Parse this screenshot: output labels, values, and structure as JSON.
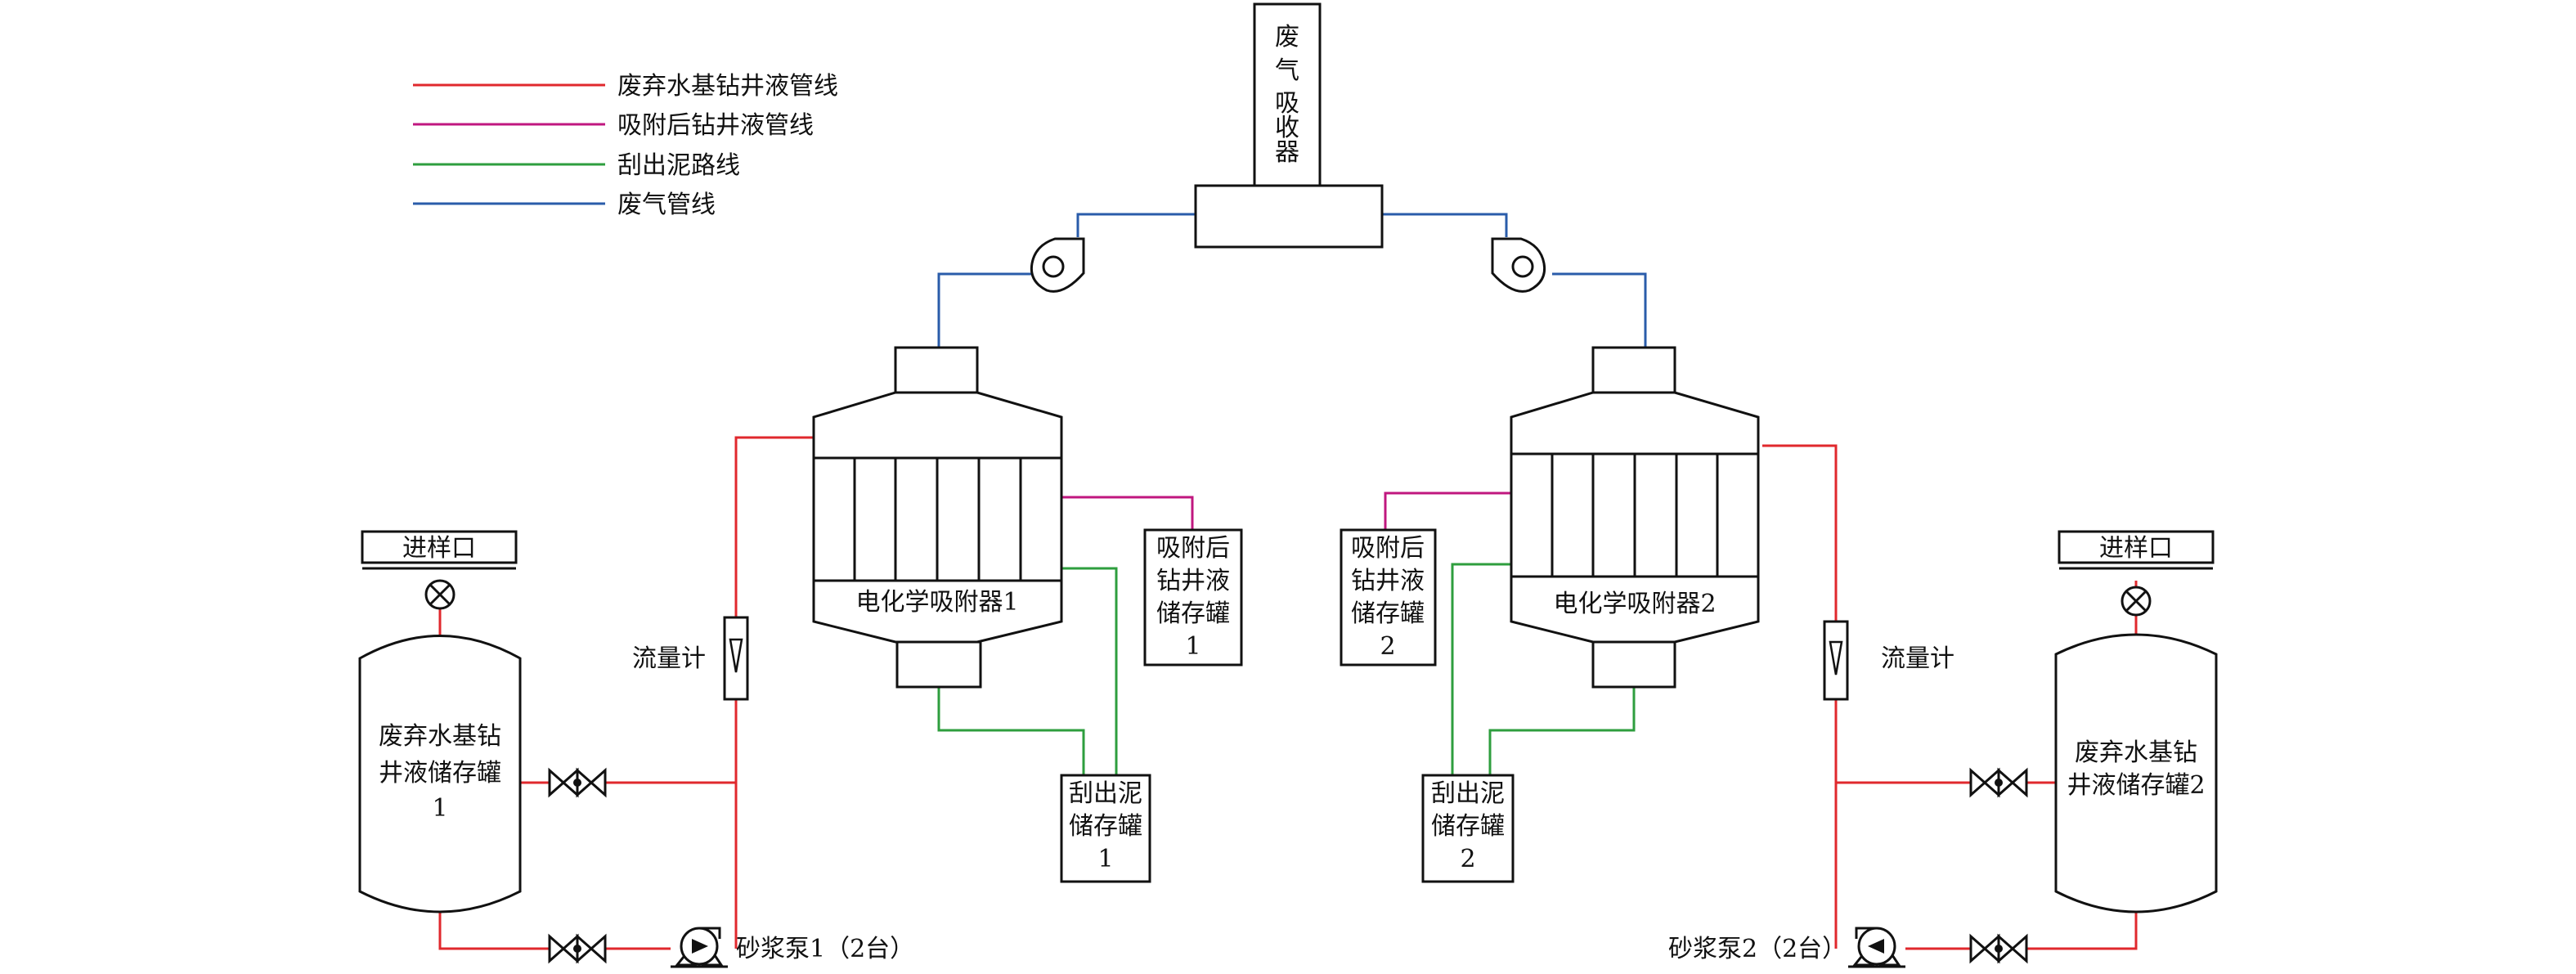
{
  "legend": {
    "items": [
      {
        "label": "废弃水基钻井液管线",
        "color": "#e0282d"
      },
      {
        "label": "吸附后钻井液管线",
        "color": "#c0177f"
      },
      {
        "label": "刮出泥路线",
        "color": "#2e9e3e"
      },
      {
        "label": "废气管线",
        "color": "#2a5caa"
      }
    ]
  },
  "exhaust_absorber": {
    "lines": [
      "废",
      "气",
      "吸",
      "收",
      "器"
    ]
  },
  "sample_inlet_1": "进样口",
  "sample_inlet_2": "进样口",
  "storage_tank_1": {
    "lines": [
      "废弃水基钻",
      "井液储存罐",
      "1"
    ]
  },
  "storage_tank_2": {
    "lines": [
      "废弃水基钻",
      "井液储存罐2"
    ]
  },
  "flowmeter_1": "流量计",
  "flowmeter_2": "流量计",
  "adsorber_1": "电化学吸附器1",
  "adsorber_2": "电化学吸附器2",
  "post_tank_1": {
    "lines": [
      "吸附后",
      "钻井液",
      "储存罐",
      "1"
    ]
  },
  "post_tank_2": {
    "lines": [
      "吸附后",
      "钻井液",
      "储存罐",
      "2"
    ]
  },
  "mud_tank_1": {
    "lines": [
      "刮出泥",
      "储存罐",
      "1"
    ]
  },
  "mud_tank_2": {
    "lines": [
      "刮出泥",
      "储存罐",
      "2"
    ]
  },
  "pump_1": "砂浆泵1（2台）",
  "pump_2": "砂浆泵2（2台）",
  "colors": {
    "red": "#e0282d",
    "magenta": "#c0177f",
    "green": "#2e9e3e",
    "blue": "#2a5caa",
    "black": "#111111"
  }
}
